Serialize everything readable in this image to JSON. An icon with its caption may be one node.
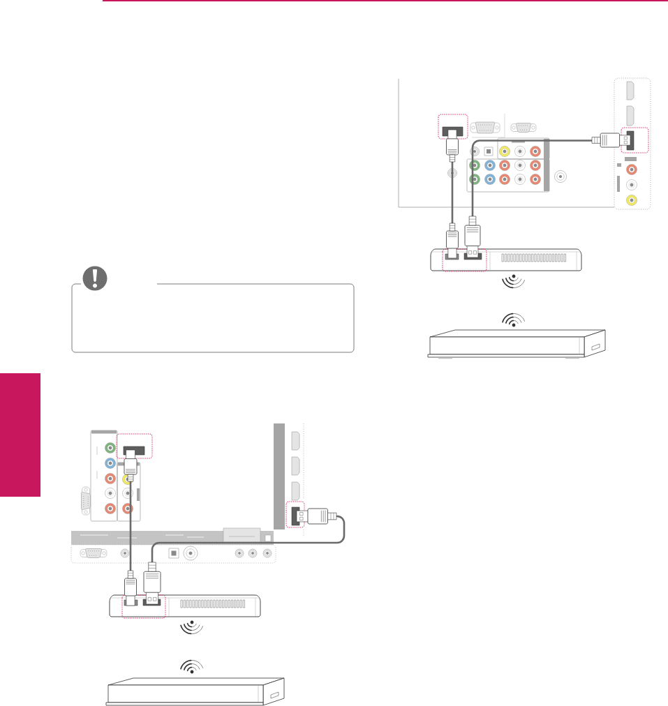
{
  "diagram": {
    "nodes": [
      {
        "text": [],
        "shape": "picture"
      },
      {
        "text": [],
        "shape": "box",
        "in": 0
      },
      {
        "text": [],
        "shape": "box"
      },
      {
        "text": [],
        "shape": "box",
        "in": 2
      },
      {
        "text": [],
        "shape": "picture"
      },
      {
        "text": [],
        "shape": "picture"
      },
      {
        "text": [],
        "shape": "picture"
      },
      {
        "text": [],
        "shape": "box",
        "in": 6
      },
      {
        "text": [],
        "shape": "box",
        "in": 6
      },
      {
        "text": [],
        "shape": "picture"
      },
      {
        "text": [],
        "shape": "picture"
      },
      {
        "text": [],
        "shape": "box"
      }
    ],
    "edges": [
      {
        "from": 1,
        "to": 4,
        "arrow": "other"
      },
      {
        "from": 3,
        "to": 4,
        "arrow": "other"
      },
      {
        "from": 7,
        "to": 9,
        "arrow": "other"
      },
      {
        "from": 8,
        "to": 9,
        "arrow": "other"
      }
    ]
  }
}
